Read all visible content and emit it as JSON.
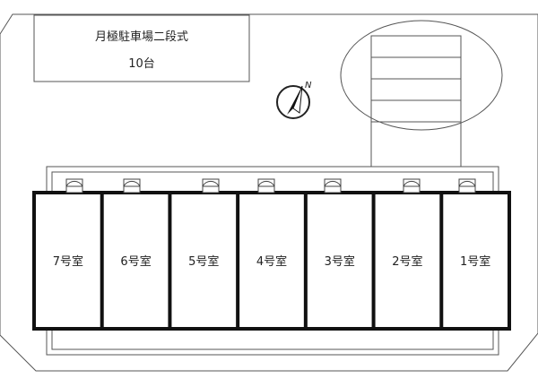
{
  "parking": {
    "title": "月極駐車場二段式",
    "capacity": "10台"
  },
  "compass": {
    "label": "N"
  },
  "units": [
    {
      "label": "7号室"
    },
    {
      "label": "6号室"
    },
    {
      "label": "5号室"
    },
    {
      "label": "4号室"
    },
    {
      "label": "3号室"
    },
    {
      "label": "2号室"
    },
    {
      "label": "1号室"
    }
  ]
}
